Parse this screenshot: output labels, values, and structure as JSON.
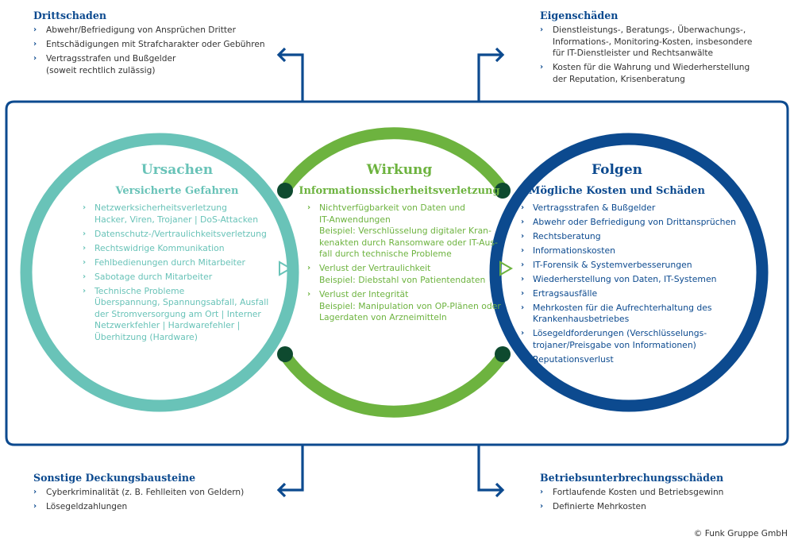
{
  "colors": {
    "teal": "#69c3b8",
    "green": "#6db33f",
    "blue": "#0c4a8f",
    "dark_green": "#0e4a2f",
    "frame": "#0c4a8f",
    "text": "#333333"
  },
  "icons": {
    "bullet": "chevron-right-icon",
    "cause_to_effect": "play-triangle-outline-icon",
    "effect_to_consequence": "play-triangle-outline-icon",
    "frame_arrows": "elbow-arrow-icon"
  },
  "circles": {
    "causes": {
      "title": "Ursachen",
      "subtitle": "Versicherte Gefahren",
      "items": [
        {
          "lines": [
            "Netzwerksicherheitsverletzung",
            "Hacker, Viren, Trojaner | DoS-Attacken"
          ]
        },
        {
          "lines": [
            "Datenschutz-/Vertraulichkeitsverletzung"
          ]
        },
        {
          "lines": [
            "Rechtswidrige Kommunikation"
          ]
        },
        {
          "lines": [
            "Fehlbedienungen durch Mitarbeiter"
          ]
        },
        {
          "lines": [
            "Sabotage durch Mitarbeiter"
          ]
        },
        {
          "lines": [
            "Technische Probleme",
            "Überspannung, Spannungsabfall, Ausfall",
            "der Stromversorgung am Ort | Interner",
            "Netzwerkfehler | Hardwarefehler |",
            "Überhitzung (Hardware)"
          ]
        }
      ]
    },
    "effect": {
      "title": "Wirkung",
      "subtitle": "Informationssicherheitsverletzung",
      "items": [
        {
          "lines": [
            "Nichtverfügbarkeit von Daten und",
            "IT-Anwendungen",
            "Beispiel: Verschlüsselung digitaler Kran-",
            "kenakten durch Ransomware oder IT-Aus-",
            "fall durch technische Probleme"
          ]
        },
        {
          "lines": [
            "Verlust der Vertraulichkeit",
            "Beispiel: Diebstahl von Patientendaten"
          ]
        },
        {
          "lines": [
            "Verlust der Integrität",
            "Beispiel: Manipulation von OP-Plänen oder",
            "Lagerdaten von Arzneimitteln"
          ]
        }
      ]
    },
    "consequences": {
      "title": "Folgen",
      "subtitle": "Mögliche Kosten und Schäden",
      "items": [
        {
          "lines": [
            "Vertragsstrafen & Bußgelder"
          ]
        },
        {
          "lines": [
            "Abwehr oder Befriedigung von Drittansprüchen"
          ]
        },
        {
          "lines": [
            "Rechtsberatung"
          ]
        },
        {
          "lines": [
            "Informationskosten"
          ]
        },
        {
          "lines": [
            "IT-Forensik & Systemverbesserungen"
          ]
        },
        {
          "lines": [
            "Wiederherstellung von Daten, IT-Systemen"
          ]
        },
        {
          "lines": [
            "Ertragsausfälle"
          ]
        },
        {
          "lines": [
            "Mehrkosten für die Aufrechterhaltung des",
            "Krankenhausbetriebes"
          ]
        },
        {
          "lines": [
            "Lösegeldforderungen (Verschlüsselungs-",
            "trojaner/Preisgabe von Informationen)"
          ]
        },
        {
          "lines": [
            "Reputationsverlust"
          ]
        }
      ]
    }
  },
  "outer": {
    "third_party": {
      "title": "Drittschaden",
      "items": [
        {
          "lines": [
            "Abwehr/Befriedigung von Ansprüchen Dritter"
          ]
        },
        {
          "lines": [
            "Entschädigungen mit Strafcharakter oder Gebühren"
          ]
        },
        {
          "lines": [
            "Vertragsstrafen und Bußgelder",
            "(soweit rechtlich zulässig)"
          ]
        }
      ]
    },
    "own_damage": {
      "title": "Eigenschäden",
      "items": [
        {
          "lines": [
            "Dienstleistungs-, Beratungs-, Überwachungs-,",
            "Informations-, Monitoring-Kosten, insbesondere",
            "für IT-Dienstleister und Rechtsanwälte"
          ]
        },
        {
          "lines": [
            "Kosten für die Wahrung und Wiederherstellung",
            "der Reputation, Krisenberatung"
          ]
        }
      ]
    },
    "other_modules": {
      "title": "Sonstige Deckungsbausteine",
      "items": [
        {
          "lines": [
            "Cyberkriminalität (z. B. Fehlleiten von Geldern)"
          ]
        },
        {
          "lines": [
            "Lösegeldzahlungen"
          ]
        }
      ]
    },
    "business_interruption": {
      "title": "Betriebsunterbrechungsschäden",
      "items": [
        {
          "lines": [
            "Fortlaufende Kosten und Betriebsgewinn"
          ]
        },
        {
          "lines": [
            "Definierte Mehrkosten"
          ]
        }
      ]
    }
  },
  "bullet_glyph": "›",
  "copyright": "© Funk Gruppe GmbH"
}
